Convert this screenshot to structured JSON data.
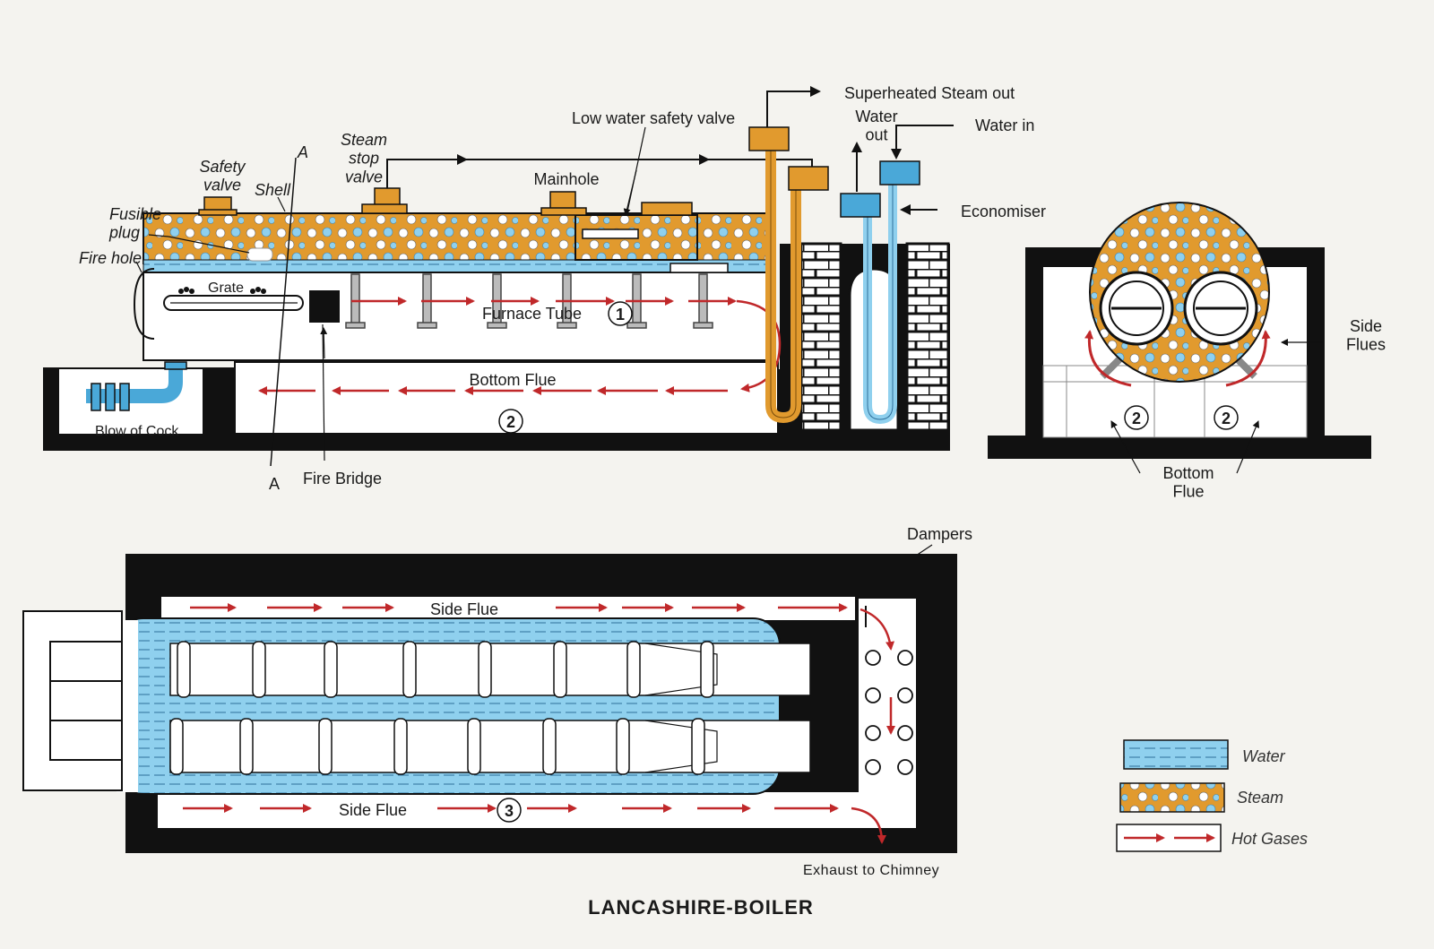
{
  "colors": {
    "steam": "#e19a2e",
    "water": "#8fd0ee",
    "water_dark": "#4aa8d8",
    "brick": "#111111",
    "hot_gas": "#c0282a",
    "paper": "#f4f3ef"
  },
  "front": {
    "safety_valve": "Safety\nvalve",
    "shell": "Shell",
    "fusible_plug": "Fusible\nplug",
    "fire_hole": "Fire hole",
    "grate": "Grate",
    "steam_stop_valve": "Steam\nstop\nvalve",
    "mainhole": "Mainhole",
    "low_water_safety_valve": "Low water safety valve",
    "superheated_steam_out": "Superheated Steam out",
    "water_out": "Water\nout",
    "water_in": "Water in",
    "economiser": "Economiser",
    "furnace_tube": "Furnace Tube",
    "furnace_tube_num": "1",
    "bottom_flue": "Bottom Flue",
    "bottom_flue_num": "2",
    "blow_off_cock": "Blow of Cock",
    "fire_bridge": "Fire Bridge",
    "section_a_top": "A",
    "section_a_bottom": "A"
  },
  "section": {
    "side_flues": "Side\nFlues",
    "bottom_flue": "Bottom\nFlue",
    "num_left": "2",
    "num_right": "2"
  },
  "plan": {
    "side_flue_top": "Side Flue",
    "side_flue_bottom": "Side Flue",
    "side_flue_num": "3",
    "dampers": "Dampers",
    "exhaust": "Exhaust to Chimney"
  },
  "legend": {
    "water": "Water",
    "steam": "Steam",
    "hot_gases": "Hot Gases"
  },
  "title": "LANCASHIRE-BOILER"
}
